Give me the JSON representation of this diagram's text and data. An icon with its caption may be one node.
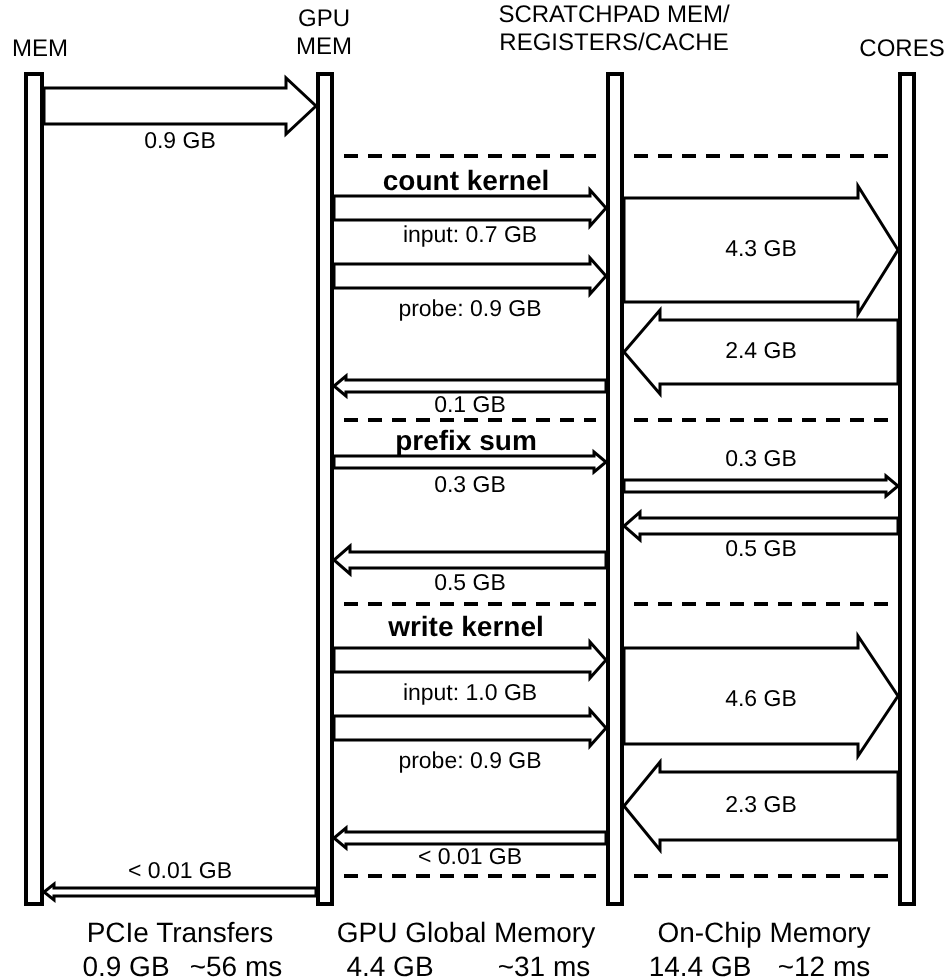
{
  "diagram": {
    "nodes": [
      {
        "text": [
          "MEM"
        ]
      },
      {
        "text": [
          "GPU MEM"
        ]
      },
      {
        "text": [
          "SCRATCHPAD MEM/ REGISTERS/CACHE"
        ]
      },
      {
        "text": [
          "CORES"
        ]
      }
    ],
    "edges": [
      {
        "from": 0,
        "to": 1,
        "arrow": "to",
        "label": "0.9 GB"
      },
      {
        "from": 1,
        "to": 2,
        "arrow": "to",
        "label": "input: 0.7 GB"
      },
      {
        "from": 1,
        "to": 2,
        "arrow": "to",
        "label": "probe: 0.9 GB"
      },
      {
        "from": 2,
        "to": 3,
        "arrow": "to",
        "label": "4.3 GB"
      },
      {
        "from": 3,
        "to": 2,
        "arrow": "to",
        "label": "2.4 GB"
      },
      {
        "from": 2,
        "to": 1,
        "arrow": "to",
        "label": "0.1 GB"
      },
      {
        "from": 1,
        "to": 2,
        "arrow": "to",
        "label": "0.3 GB"
      },
      {
        "from": 2,
        "to": 3,
        "arrow": "to",
        "label": "0.3 GB"
      },
      {
        "from": 3,
        "to": 2,
        "arrow": "to",
        "label": "0.5 GB"
      },
      {
        "from": 2,
        "to": 1,
        "arrow": "to",
        "label": "0.5 GB"
      },
      {
        "from": 1,
        "to": 2,
        "arrow": "to",
        "label": "input: 1.0 GB"
      },
      {
        "from": 1,
        "to": 2,
        "arrow": "to",
        "label": "probe: 0.9 GB"
      },
      {
        "from": 2,
        "to": 3,
        "arrow": "to",
        "label": "4.6 GB"
      },
      {
        "from": 3,
        "to": 2,
        "arrow": "to",
        "label": "2.3 GB"
      },
      {
        "from": 2,
        "to": 1,
        "arrow": "to",
        "label": "< 0.01 GB"
      },
      {
        "from": 1,
        "to": 0,
        "arrow": "to",
        "label": "< 0.01 GB"
      }
    ],
    "labels": [
      "count kernel",
      "prefix sum",
      "write kernel",
      "PCIe Transfers",
      "GPU Global Memory",
      "On-Chip Memory",
      "0.9 GB",
      "~56 ms",
      "4.4 GB",
      "~31 ms",
      "14.4 GB",
      "~12 ms"
    ]
  }
}
